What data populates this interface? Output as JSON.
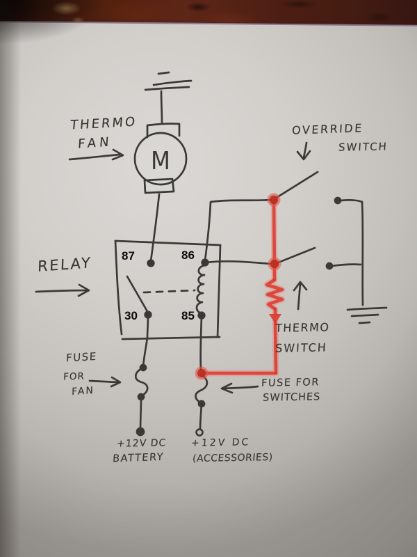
{
  "scene": {
    "description": "Hand-drawn automotive thermo fan relay wiring diagram on paper, photographed on a dark red-brown wood surface, with a red marker highlighting the switch circuit"
  },
  "colors": {
    "paper": "#cfccc8",
    "wood": "#4c1e13",
    "ink": "#3b3936",
    "red_marker": "#d93a30"
  },
  "labels": {
    "thermo_fan": {
      "line1": "THERMO",
      "line2": "FAN"
    },
    "override_switch": {
      "line1": "OVERRIDE",
      "line2": "SWITCH"
    },
    "relay": {
      "name": "RELAY",
      "pins": {
        "p87": "87",
        "p86": "86",
        "p30": "30",
        "p85": "85"
      }
    },
    "motor": "M",
    "thermo_switch": {
      "line1": "THERMO",
      "line2": "SWITCH"
    },
    "fuse_for_fan": {
      "line1": "FUSE",
      "line2": "FOR",
      "line3": "FAN"
    },
    "fuse_for_switches": {
      "line1": "FUSE FOR",
      "line2": "SWITCHES"
    },
    "battery_feed": {
      "line1": "+12V DC",
      "line2": "BATTERY"
    },
    "accessories_feed": {
      "line1": "+12V DC",
      "line2": "(ACCESSORIES)"
    }
  }
}
